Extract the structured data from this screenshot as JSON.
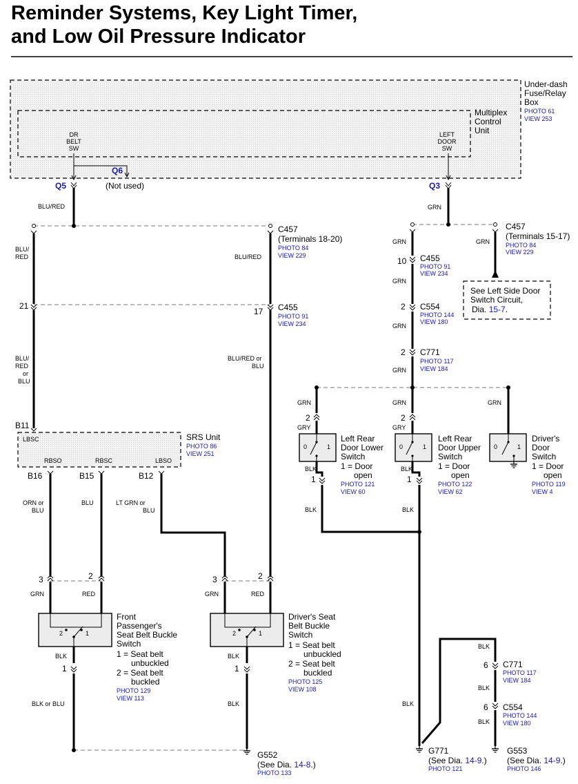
{
  "title_line1": "Reminder Systems, Key Light Timer,",
  "title_line2": "and Low Oil Pressure Indicator",
  "fuse_box": {
    "name1": "Under-dash",
    "name2": "Fuse/Relay",
    "name3": "Box",
    "photo": "PHOTO 61",
    "view": "VIEW 253"
  },
  "mcu": {
    "name1": "Multiplex",
    "name2": "Control",
    "name3": "Unit",
    "dr_belt1": "DR",
    "dr_belt2": "BELT",
    "dr_belt3": "SW",
    "left_door1": "LEFT",
    "left_door2": "DOOR",
    "left_door3": "SW"
  },
  "terminals": {
    "q5": "Q5",
    "q6": "Q6",
    "q3": "Q3",
    "not_used": "(Not used)"
  },
  "wires": {
    "blu_red": "BLU/RED",
    "blu_red_a": "BLU/",
    "blu_red_b": "RED",
    "blu_red_blu_a": "BLU/",
    "blu_red_blu_b": "RED",
    "blu_red_blu_c": "or",
    "blu_red_blu_d": "BLU",
    "blu_red_or_blu_a": "BLU/RED or",
    "blu_red_or_blu_b": "BLU",
    "grn": "GRN",
    "gry": "GRY",
    "blk": "BLK",
    "red": "RED",
    "orn_blu_a": "ORN or",
    "orn_blu_b": "BLU",
    "blu": "BLU",
    "ltgrn_a": "LT GRN or",
    "ltgrn_b": "BLU",
    "blk_or_blu": "BLK or BLU"
  },
  "connectors": {
    "c457a_name": "C457",
    "c457a_term": "(Terminals 18-20)",
    "c457a_photo": "PHOTO 84",
    "c457a_view": "VIEW 229",
    "c457b_name": "C457",
    "c457b_term": "(Terminals 15-17)",
    "c457b_photo": "PHOTO 84",
    "c457b_view": "VIEW 229",
    "c455a_name": "C455",
    "c455a_photo": "PHOTO 91",
    "c455a_view": "VIEW 234",
    "c455a_pin_l": "21",
    "c455a_pin_r": "17",
    "c455b_name": "C455",
    "c455b_photo": "PHOTO 91",
    "c455b_view": "VIEW 234",
    "c455b_pin": "10",
    "c554a_name": "C554",
    "c554a_photo": "PHOTO 144",
    "c554a_view": "VIEW 180",
    "c554a_pin": "2",
    "c771a_name": "C771",
    "c771a_photo": "PHOTO 117",
    "c771a_view": "VIEW 184",
    "c771a_pin": "2",
    "c771b_name": "C771",
    "c771b_photo": "PHOTO 117",
    "c771b_view": "VIEW 184",
    "c771b_pin": "6",
    "c554b_name": "C554",
    "c554b_photo": "PHOTO 144",
    "c554b_view": "VIEW 180",
    "c554b_pin": "6"
  },
  "see_left": {
    "l1": "See Left Side Door",
    "l2": "Switch Circuit,",
    "l3": "Dia.",
    "dia": "15-7",
    "dot": "."
  },
  "srs": {
    "name": "SRS Unit",
    "photo": "PHOTO 86",
    "view": "VIEW 251",
    "b11": "B11",
    "lbsc": "LBSC",
    "rbso": "RBSO",
    "rbsc": "RBSC",
    "lbso": "LBSO",
    "b16": "B16",
    "b15": "B15",
    "b12": "B12"
  },
  "door_switches": [
    {
      "l1": "Left Rear",
      "l2": "Door Lower",
      "l3": "Switch",
      "s1": "1 = Door",
      "s2": "open",
      "photo": "PHOTO 121",
      "view": "VIEW 60",
      "pin_top": "2",
      "pin_bot": "1"
    },
    {
      "l1": "Left Rear",
      "l2": "Door Upper",
      "l3": "Switch",
      "s1": "1 = Door",
      "s2": "open",
      "photo": "PHOTO 122",
      "view": "VIEW 62",
      "pin_top": "2",
      "pin_bot": "1"
    },
    {
      "l1": "Driver's",
      "l2": "Door",
      "l3": "Switch",
      "s1": "1 = Door",
      "s2": "open",
      "photo": "PHOTO 119",
      "view": "VIEW 4"
    }
  ],
  "pos": {
    "p0": "0",
    "p1": "1",
    "p2": "2"
  },
  "pins": {
    "p3": "3",
    "p2": "2",
    "p1": "1"
  },
  "front_pass": {
    "l1": "Front",
    "l2": "Passenger's",
    "l3": "Seat Belt Buckle",
    "l4": "Switch",
    "s1": "1 = Seat belt",
    "s1b": "unbuckled",
    "s2": "2 = Seat belt",
    "s2b": "buckled",
    "photo": "PHOTO 129",
    "view": "VIEW 113"
  },
  "driver_seat": {
    "l1": "Driver's Seat",
    "l2": "Belt Buckle",
    "l3": "Switch",
    "s1": "1 = Seat belt",
    "s1b": "unbuckled",
    "s2": "2 = Seat belt",
    "s2b": "buckled",
    "photo": "PHOTO 125",
    "view": "VIEW 108"
  },
  "grounds": {
    "g552_name": "G552",
    "g552_see": "(See",
    "g552_dia": "Dia.",
    "g552_ref": "14-8",
    "g552_end": ".)",
    "g552_photo": "PHOTO 133",
    "g771_name": "G771",
    "g771_see": "(See Dia.",
    "g771_ref": "14-9",
    "g771_end": ".)",
    "g771_photo": "PHOTO 121",
    "g553_name": "G553",
    "g553_see": "(See Dia.",
    "g553_ref": "14-9",
    "g553_end": ".)",
    "g553_photo": "PHOTO 146"
  }
}
